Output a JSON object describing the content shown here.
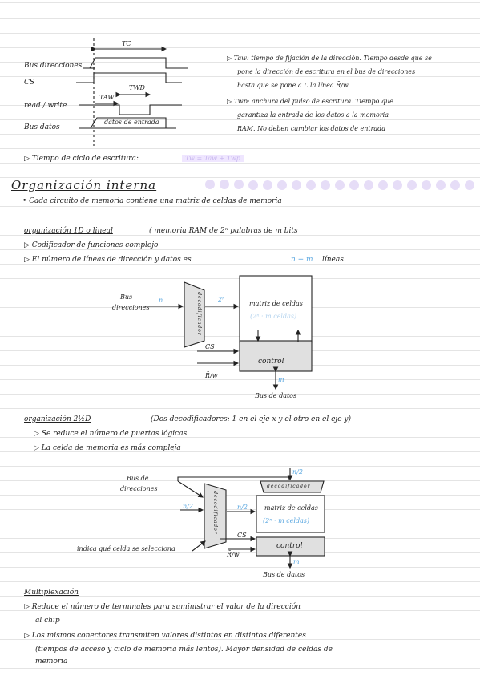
{
  "timing": {
    "tc": "TC",
    "bus_dir": "Bus direcciones",
    "cs": "CS",
    "rw": "read / write",
    "bus_datos": "Bus datos",
    "taw": "TAW",
    "twd": "TWD",
    "datos_entrada": "datos de entrada",
    "note_taw_1": "▷ Taw: tiempo de fijación de la dirección. Tiempo desde que se",
    "note_taw_2": "pone la dirección de escritura en el bus de direcciones",
    "note_taw_3": "hasta que se pone a L la línea R̄/w",
    "note_twp_1": "▷ Twp: anchura del pulso de escritura. Tiempo que",
    "note_twp_2": "garantiza la entrada de los datos a la memoria",
    "note_twp_3": "RAM. No deben cambiar los datos de entrada",
    "ciclo_label": "▷ Tiempo de ciclo de escritura:",
    "ciclo_formula": "Tw = Taw + Twp"
  },
  "section1": {
    "title": "Organización interna",
    "bullet": "• Cada circuito de memoria contiene una matriz de celdas de memoria"
  },
  "org1d": {
    "title": "organización 1D o lineal",
    "subtitle": "( memoria RAM de 2ⁿ palabras de m bits",
    "item1": "▷ Codificador de funciones complejo",
    "item2_pre": "▷ El número de líneas de dirección y datos es",
    "item2_val": "n + m",
    "item2_post": "líneas",
    "bus_dir": "Bus",
    "bus_dir2": "direcciones",
    "n": "n",
    "two_n": "2ⁿ",
    "decoder": "decodificador",
    "matrix": "matriz de celdas",
    "matrix_sub": "(2ⁿ · m celdas)",
    "cs": "CS",
    "rw": "R̄/w",
    "control": "control",
    "m": "m",
    "bus_datos": "Bus de datos"
  },
  "org2d": {
    "title": "organización 2½D",
    "subtitle": "(Dos decodificadores: 1 en el eje x y el otro en el eje y)",
    "item1": "▷ Se reduce el número de puertas lógicas",
    "item2": "▷ La celda de memoria es más compleja",
    "bus_dir": "Bus de",
    "bus_dir2": "direcciones",
    "n2_top": "n/2",
    "n2_left": "n/2",
    "n2_mid": "n/2",
    "decoder_v": "decodificador",
    "decoder_h": "decodificador",
    "matrix": "matriz de celdas",
    "matrix_sub": "(2ⁿ · m celdas)",
    "indica": "indica qué celda se selecciona",
    "cs": "CS",
    "rw": "R̄/w",
    "control": "control",
    "m": "m",
    "bus_datos": "Bus de datos"
  },
  "multiplex": {
    "title": "Multiplexación",
    "item1_1": "▷ Reduce el número de terminales para suministrar el valor de la dirección",
    "item1_2": "al chip",
    "item2_1": "▷ Los mismos conectores transmiten valores distintos en distintos diferentes",
    "item2_2": "(tiempos de acceso y ciclo de memoria más lentos). Mayor densidad de celdas de",
    "item2_3": "memoria"
  }
}
